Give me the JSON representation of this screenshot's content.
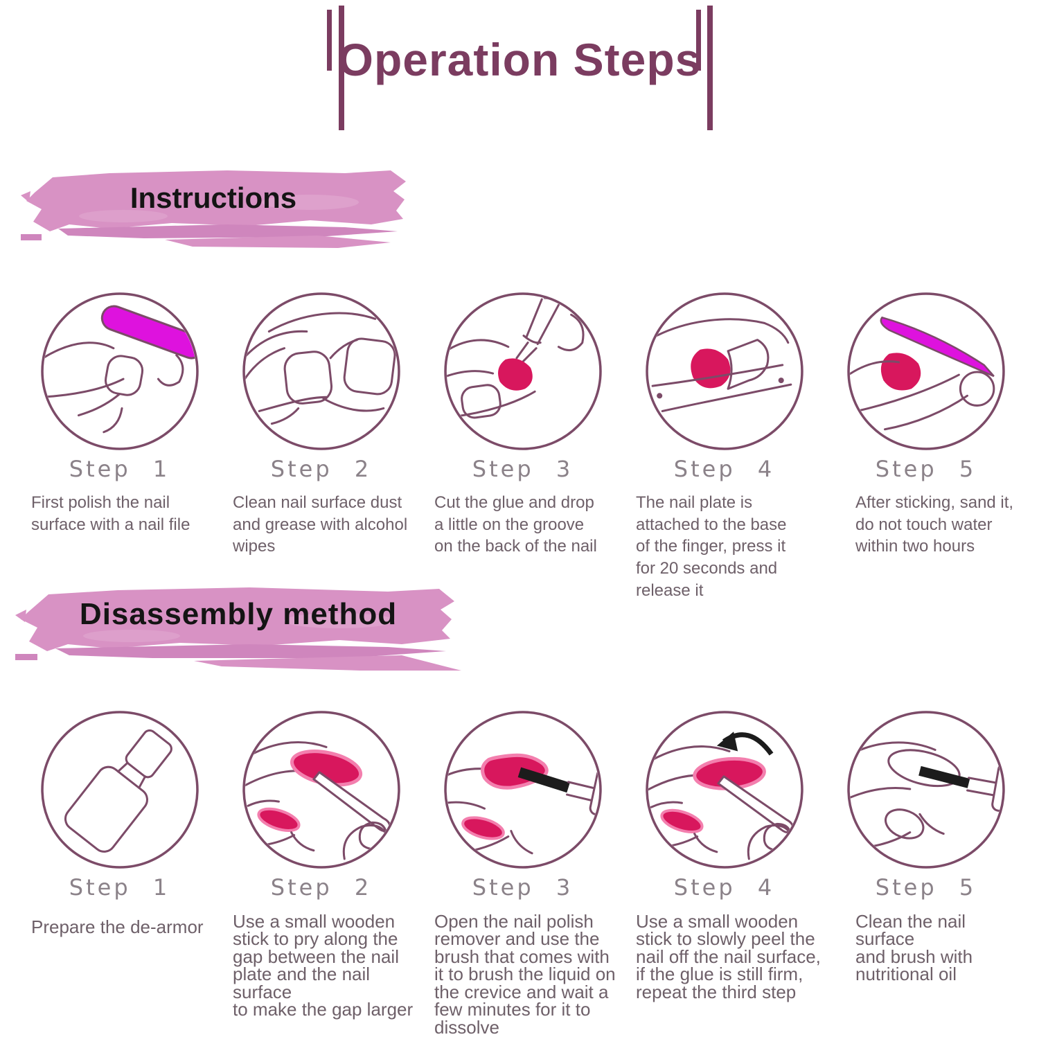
{
  "title": {
    "text": "Operation Steps"
  },
  "colors": {
    "title_plum": "#7b3c60",
    "banner_pink": "#d892c4",
    "banner_text": "#141414",
    "outline_plum": "#7c4b68",
    "step_label_gray": "#8b8289",
    "description_gray": "#6e6069",
    "file_magenta": "#de12de",
    "nail_crimson": "#d8175d",
    "nail_glow_pink": "#f37fae",
    "brush_black": "#1c1c1c"
  },
  "sections": [
    {
      "heading": "Instructions",
      "steps": [
        {
          "label": "Step 1",
          "icon": "nail-file-polish-icon",
          "text": "First polish the nail\nsurface with a nail file"
        },
        {
          "label": "Step 2",
          "icon": "alcohol-wipe-icon",
          "text": "Clean nail surface dust\nand grease with alcohol\nwipes"
        },
        {
          "label": "Step 3",
          "icon": "glue-drop-icon",
          "text": "Cut the glue and drop\na little on the groove\non the back of the nail"
        },
        {
          "label": "Step 4",
          "icon": "press-nail-icon",
          "text": "The nail plate is\nattached to the base\nof the finger, press it\nfor 20 seconds and\nrelease it"
        },
        {
          "label": "Step 5",
          "icon": "sand-nail-icon",
          "text": "After sticking, sand it,\ndo not touch water\nwithin two hours"
        }
      ]
    },
    {
      "heading": "Disassembly method",
      "steps": [
        {
          "label": "Step 1",
          "icon": "remover-bottle-icon",
          "text": "Prepare the de-armor"
        },
        {
          "label": "Step 2",
          "icon": "pry-stick-icon",
          "text": "Use a small wooden\nstick to pry along the\ngap between the nail\nplate and the nail surface\nto make the gap larger"
        },
        {
          "label": "Step 3",
          "icon": "remover-brush-icon",
          "text": "Open the nail polish\nremover and use the\nbrush that comes with\nit to brush the liquid on\nthe crevice and wait a\nfew minutes for it to\ndissolve"
        },
        {
          "label": "Step 4",
          "icon": "peel-nail-icon",
          "text": "Use a small wooden\nstick to slowly peel the\nnail off the nail surface,\nif the glue is still firm,\nrepeat the third step"
        },
        {
          "label": "Step 5",
          "icon": "nutrition-oil-brush-icon",
          "text": "Clean the nail surface\nand brush with\nnutritional oil"
        }
      ]
    }
  ]
}
